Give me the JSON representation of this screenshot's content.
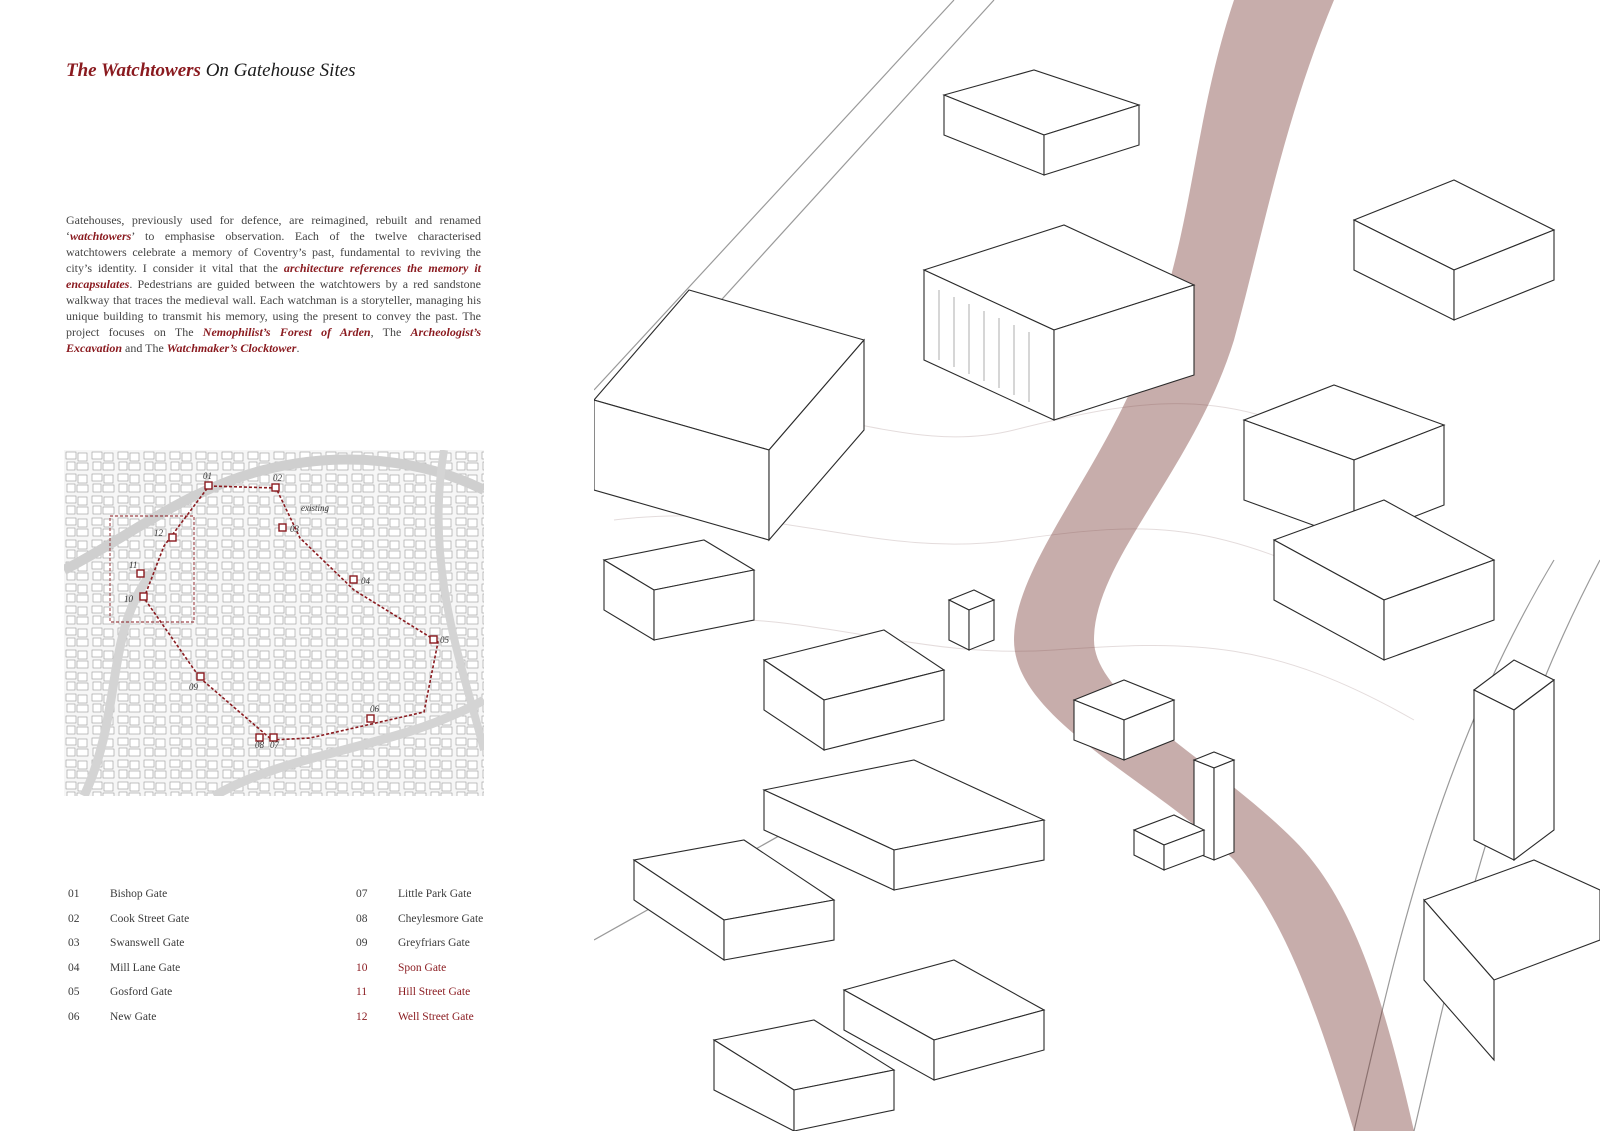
{
  "header": {
    "title_accent": "The Watchtowers",
    "title_rest": "On Gatehouse Sites"
  },
  "intro": {
    "p1": "Gatehouses, previously used for defence, are reimagined, rebuilt and renamed ‘",
    "h1": "watchtowers",
    "p2": "’ to emphasise observation. Each of the twelve characterised watchtowers celebrate a memory of Coventry’s past, fundamental to reviving the city’s identity. I consider it vital that the ",
    "h2": "architecture references the memory it encapsulates",
    "p3": ". Pedestrians are guided between the watchtowers by a red sandstone walkway that traces the medieval wall. Each watchman is a storyteller, managing his unique building to transmit his memory, using the present to convey the past. The project focuses on The ",
    "h3": "Nemophilist’s Forest of Arden",
    "p4": ", The ",
    "h4": "Archeologist’s Excavation",
    "p5": " and The ",
    "h5": "Watchmaker’s Clocktower",
    "p6": "."
  },
  "map": {
    "label_existing": "existing",
    "markers": [
      "01",
      "02",
      "03",
      "04",
      "05",
      "06",
      "07",
      "08",
      "09",
      "10",
      "11",
      "12"
    ]
  },
  "legend": {
    "left": [
      {
        "num": "01",
        "name": "Bishop Gate"
      },
      {
        "num": "02",
        "name": "Cook Street Gate"
      },
      {
        "num": "03",
        "name": "Swanswell Gate"
      },
      {
        "num": "04",
        "name": "Mill Lane Gate"
      },
      {
        "num": "05",
        "name": "Gosford Gate"
      },
      {
        "num": "06",
        "name": "New Gate"
      }
    ],
    "right": [
      {
        "num": "07",
        "name": "Little Park Gate"
      },
      {
        "num": "08",
        "name": "Cheylesmore Gate"
      },
      {
        "num": "09",
        "name": "Greyfriars Gate"
      },
      {
        "num": "10",
        "name": "Spon Gate"
      },
      {
        "num": "11",
        "name": "Hill Street Gate"
      },
      {
        "num": "12",
        "name": "Well Street Gate"
      }
    ]
  },
  "colors": {
    "accent": "#8a1a1f",
    "wall_route": "#8a1a1f",
    "path_tint": "#7a3b38"
  }
}
